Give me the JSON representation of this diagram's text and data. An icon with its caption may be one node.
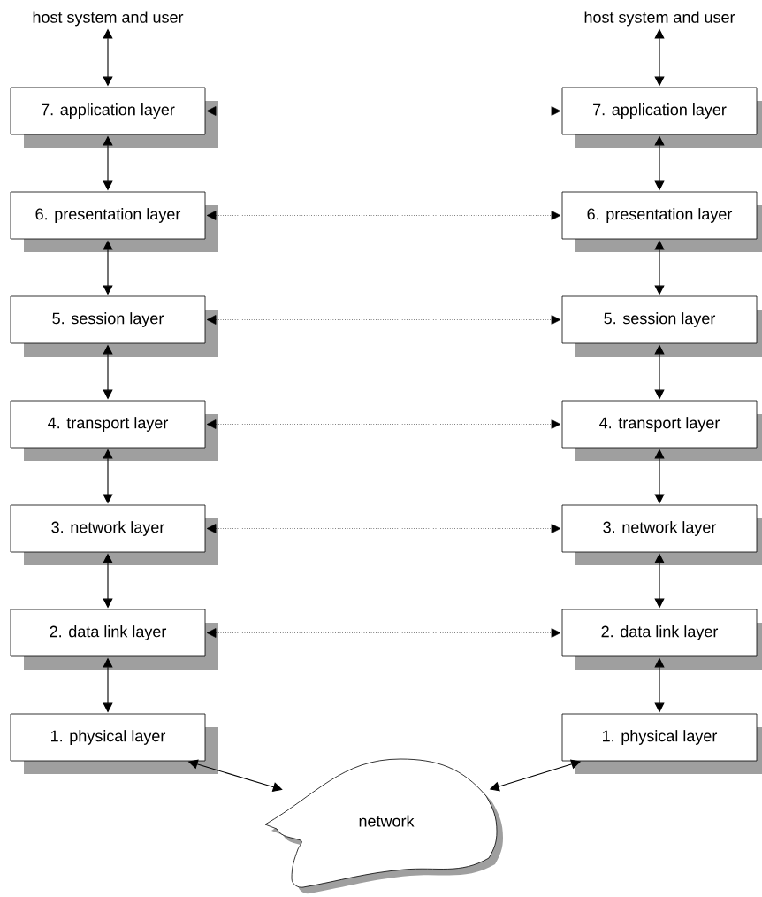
{
  "diagram": {
    "nodes": [
      {
        "text": [
          "host system and user"
        ]
      },
      {
        "text": [
          "host system and user"
        ]
      },
      {
        "text": [
          "7. application layer"
        ]
      },
      {
        "text": [
          "7. application layer"
        ]
      },
      {
        "text": [
          "6. presentation layer"
        ]
      },
      {
        "text": [
          "6. presentation layer"
        ]
      },
      {
        "text": [
          "5. session layer"
        ]
      },
      {
        "text": [
          "5. session layer"
        ]
      },
      {
        "text": [
          "4. transport layer"
        ]
      },
      {
        "text": [
          "4. transport layer"
        ]
      },
      {
        "text": [
          "3. network layer"
        ]
      },
      {
        "text": [
          "3. network layer"
        ]
      },
      {
        "text": [
          "2. data link layer"
        ]
      },
      {
        "text": [
          "2. data link layer"
        ]
      },
      {
        "text": [
          "1. physical layer"
        ]
      },
      {
        "text": [
          "1. physical layer"
        ]
      },
      {
        "text": [
          "network"
        ]
      }
    ],
    "edges": [
      {
        "from": 0,
        "to": 2,
        "arrow": "both"
      },
      {
        "from": 1,
        "to": 3,
        "arrow": "both"
      },
      {
        "from": 2,
        "to": 3,
        "arrow": "both",
        "style": "dashed"
      },
      {
        "from": 2,
        "to": 4,
        "arrow": "both"
      },
      {
        "from": 3,
        "to": 5,
        "arrow": "both"
      },
      {
        "from": 4,
        "to": 5,
        "arrow": "both",
        "style": "dashed"
      },
      {
        "from": 4,
        "to": 6,
        "arrow": "both"
      },
      {
        "from": 5,
        "to": 7,
        "arrow": "both"
      },
      {
        "from": 6,
        "to": 7,
        "arrow": "both",
        "style": "dashed"
      },
      {
        "from": 6,
        "to": 8,
        "arrow": "both"
      },
      {
        "from": 7,
        "to": 9,
        "arrow": "both"
      },
      {
        "from": 8,
        "to": 9,
        "arrow": "both",
        "style": "dashed"
      },
      {
        "from": 8,
        "to": 10,
        "arrow": "both"
      },
      {
        "from": 9,
        "to": 11,
        "arrow": "both"
      },
      {
        "from": 10,
        "to": 11,
        "arrow": "both",
        "style": "dashed"
      },
      {
        "from": 10,
        "to": 12,
        "arrow": "both"
      },
      {
        "from": 11,
        "to": 13,
        "arrow": "both"
      },
      {
        "from": 12,
        "to": 13,
        "arrow": "both",
        "style": "dashed"
      },
      {
        "from": 12,
        "to": 14,
        "arrow": "both"
      },
      {
        "from": 13,
        "to": 15,
        "arrow": "both"
      },
      {
        "from": 14,
        "to": 16,
        "arrow": "both"
      },
      {
        "from": 15,
        "to": 16,
        "arrow": "both"
      }
    ]
  }
}
